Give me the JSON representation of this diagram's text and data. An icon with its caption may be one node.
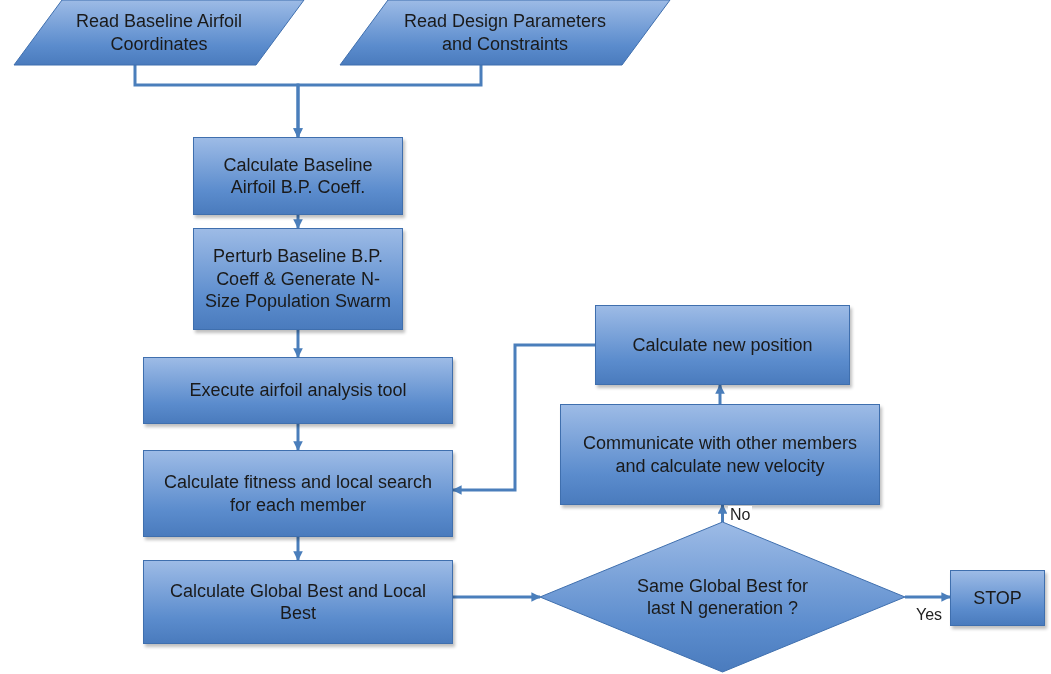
{
  "diagram": {
    "nodes": [
      {
        "text": [
          "Read Baseline Airfoil Coordinates"
        ]
      },
      {
        "text": [
          "Read Design Parameters and Constraints"
        ]
      },
      {
        "text": [
          "Calculate Baseline Airfoil B.P. Coeff."
        ]
      },
      {
        "text": [
          "Perturb Baseline B.P. Coeff & Generate N-Size Population Swarm"
        ]
      },
      {
        "text": [
          "Execute airfoil analysis tool"
        ]
      },
      {
        "text": [
          "Calculate fitness and local search for each member"
        ]
      },
      {
        "text": [
          "Calculate Global Best and Local Best"
        ]
      },
      {
        "text": [
          "Same Global Best for last N generation ?"
        ]
      },
      {
        "text": [
          "Communicate with other members and calculate new velocity"
        ]
      },
      {
        "text": [
          "Calculate new position"
        ]
      },
      {
        "text": [
          "STOP"
        ]
      }
    ],
    "edges": [
      {
        "from": 0,
        "to": 2,
        "arrow": "to"
      },
      {
        "from": 1,
        "to": 2,
        "arrow": "to"
      },
      {
        "from": 2,
        "to": 3,
        "arrow": "to"
      },
      {
        "from": 3,
        "to": 4,
        "arrow": "to"
      },
      {
        "from": 4,
        "to": 5,
        "arrow": "to"
      },
      {
        "from": 5,
        "to": 6,
        "arrow": "to"
      },
      {
        "from": 6,
        "to": 7,
        "arrow": "to"
      },
      {
        "from": 7,
        "to": 8,
        "arrow": "to",
        "label": "No"
      },
      {
        "from": 8,
        "to": 9,
        "arrow": "to"
      },
      {
        "from": 9,
        "to": 5,
        "arrow": "to"
      },
      {
        "from": 7,
        "to": 10,
        "arrow": "to",
        "label": "Yes"
      }
    ]
  }
}
